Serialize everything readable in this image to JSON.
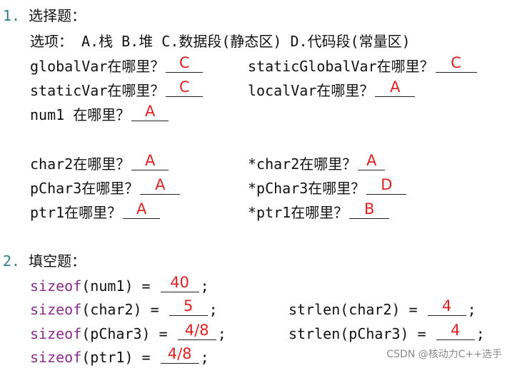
{
  "section1": {
    "number": "1.",
    "title": "选择题：",
    "options_line": "选项： A.栈   B.堆   C.数据段(静态区)   D.代码段(常量区)",
    "questions": [
      {
        "label": "globalVar在哪里？",
        "answer": "C"
      },
      {
        "label": "staticGlobalVar在哪里？",
        "answer": "C"
      },
      {
        "label": "staticVar在哪里？",
        "answer": "C"
      },
      {
        "label": "localVar在哪里？",
        "answer": "A"
      },
      {
        "label": "num1 在哪里？",
        "answer": "A"
      },
      {
        "label": "char2在哪里？",
        "answer": "A"
      },
      {
        "label": "*char2在哪里？",
        "answer": "A"
      },
      {
        "label": "pChar3在哪里？",
        "answer": "A"
      },
      {
        "label": "*pChar3在哪里？",
        "answer": "D"
      },
      {
        "label": "ptr1在哪里？",
        "answer": "A"
      },
      {
        "label": "*ptr1在哪里？",
        "answer": "B"
      }
    ]
  },
  "section2": {
    "number": "2.",
    "title": "填空题：",
    "items": [
      {
        "func": "sizeof",
        "arg": "(num1)",
        "eq": " = ",
        "answer": "40",
        "end": ";"
      },
      {
        "func": "sizeof",
        "arg": "(char2)",
        "eq": " = ",
        "answer": "5",
        "end": ";"
      },
      {
        "func": "strlen",
        "arg": "(char2)",
        "eq": " = ",
        "answer": "4",
        "end": ";"
      },
      {
        "func": "sizeof",
        "arg": "(pChar3)",
        "eq": " = ",
        "answer": "4/8",
        "end": ";"
      },
      {
        "func": "strlen",
        "arg": "(pChar3)",
        "eq": " = ",
        "answer": "4",
        "end": ";"
      },
      {
        "func": "sizeof",
        "arg": "(ptr1)",
        "eq": " = ",
        "answer": "4/8",
        "end": ";"
      }
    ]
  },
  "watermark": "CSDN @核动力C++选手",
  "colors": {
    "answer": "#e02020",
    "number": "#2f7d90",
    "keyword": "#8a2c8c",
    "text": "#111111"
  }
}
